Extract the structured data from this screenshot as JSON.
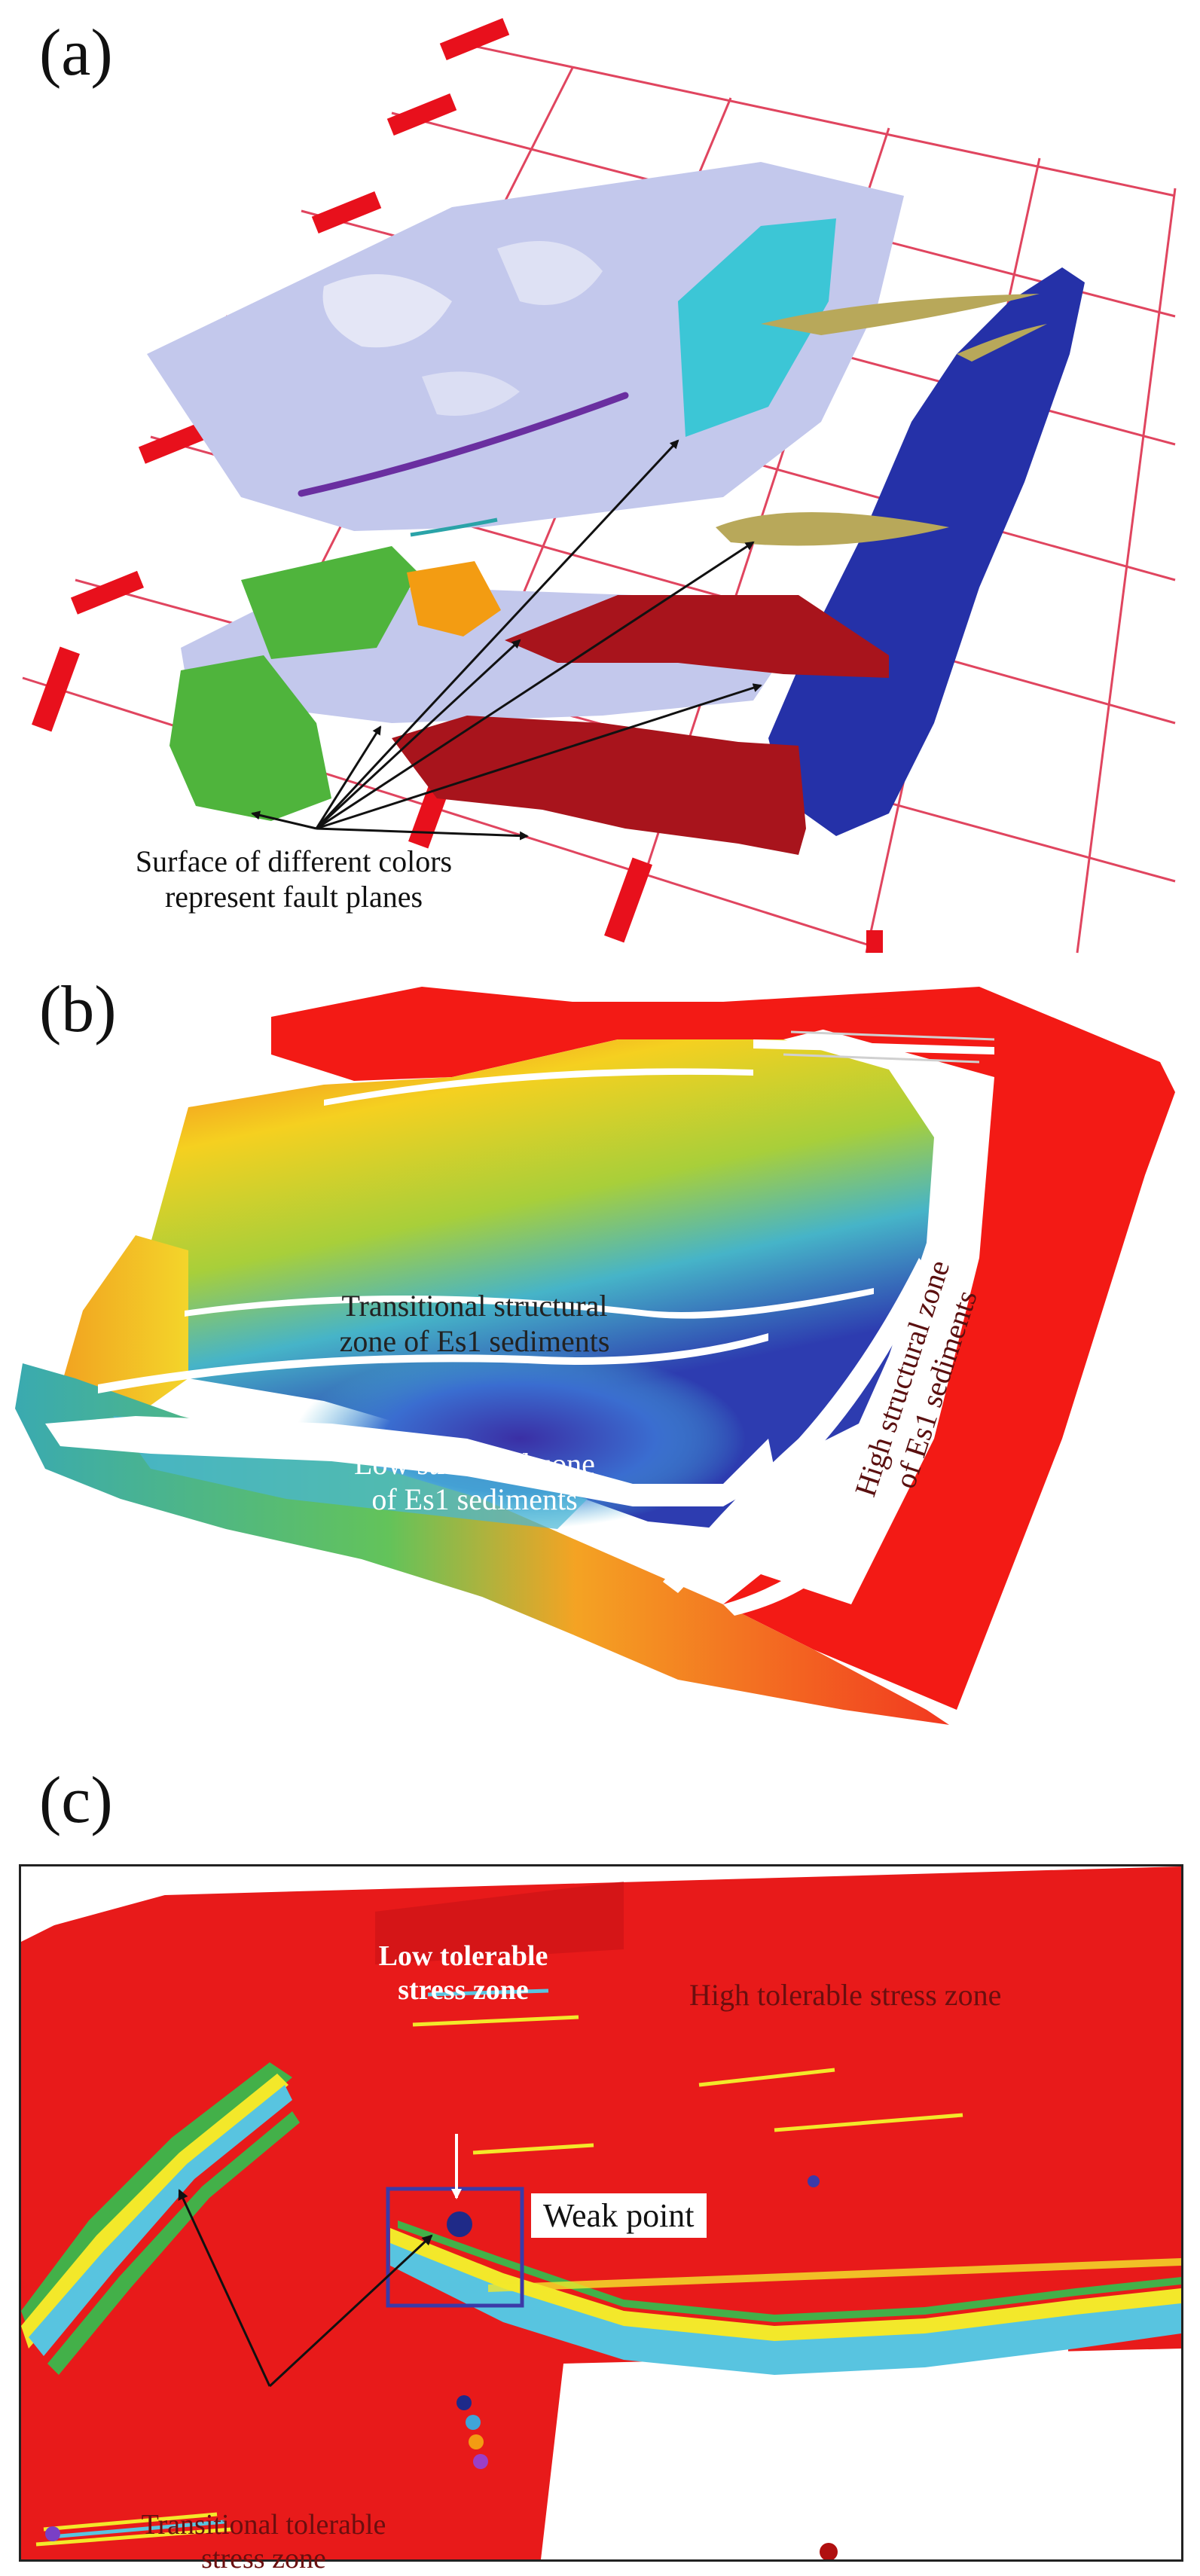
{
  "panels": [
    {
      "label": "(a)",
      "annotation_line1": "Surface of different colors",
      "annotation_line2": "represent fault planes"
    },
    {
      "label": "(b)",
      "transitional_line1": "Transitional structural",
      "transitional_line2": "zone of Es1 sediments",
      "low_line1": "Low structural zone",
      "low_line2": "of Es1 sediments",
      "high_line1": "High structural zone",
      "high_line2": "of Es1 sediments"
    },
    {
      "label": "(c)",
      "low_tol_line1": "Low tolerable",
      "low_tol_line2": "stress zone",
      "weak_point": "Weak point",
      "high_tol": "High tolerable stress zone",
      "trans_line1": "Transitional tolerable",
      "trans_line2": "stress zone"
    }
  ],
  "colors": {
    "grid": "#e0455f",
    "fault_lavender": "#c3c8ec",
    "fault_cyan": "#3cc6d6",
    "fault_blue": "#2531a8",
    "fault_red": "#a8141c",
    "fault_green": "#4fb43c",
    "fault_orange": "#f39c12",
    "fault_olive": "#b8a85a",
    "stress_red": "#e81a1a",
    "stress_yellow": "#f3e82a",
    "stress_cyan": "#58c4e0",
    "stress_green": "#43b049"
  }
}
